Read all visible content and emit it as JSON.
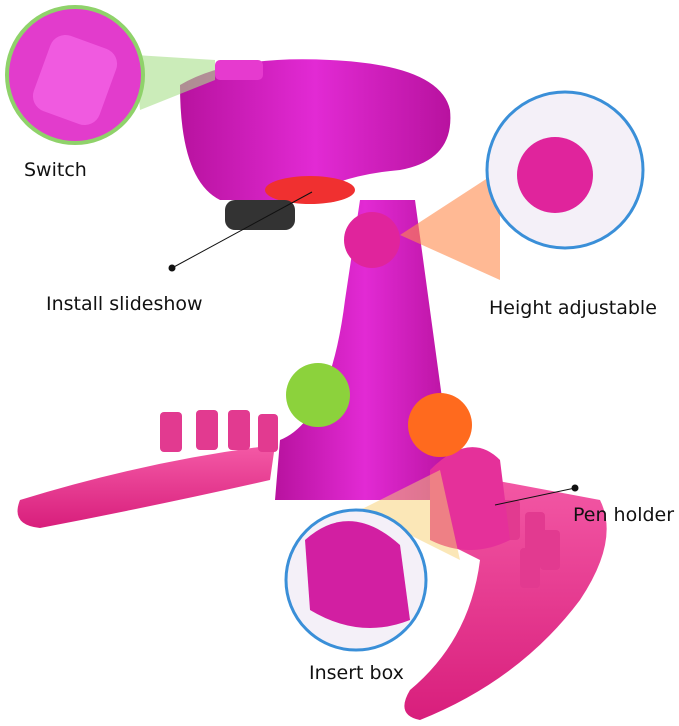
{
  "labels": {
    "switch": "Switch",
    "install_slideshow": "Install slideshow",
    "height_adjustable": "Height adjustable",
    "pen_holder": "Pen holder",
    "insert_box": "Insert box"
  },
  "colors": {
    "body": "#d620c8",
    "base": "#f0449a",
    "slide_red": "#f03030",
    "slide_green": "#8cd23c",
    "slide_orange": "#ff6a1e",
    "callout_ring": "#3a8fd8"
  }
}
